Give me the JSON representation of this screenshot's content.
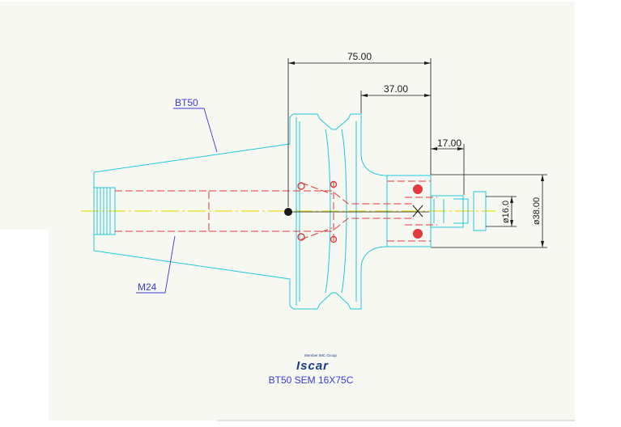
{
  "drawing": {
    "colors": {
      "background": "#f7f8f2",
      "outline": "#22c8dc",
      "hidden": "#e23a3a",
      "dimension": "#1a1a1a",
      "leader": "#3a3ad8",
      "centerline": "#e8e020"
    },
    "dimensions": {
      "overall_length": "75.00",
      "gauge_length": "37.00",
      "clamp_length": "17.00",
      "bore_diameter": "ø16.0",
      "body_diameter": "ø38.00"
    },
    "labels": {
      "taper": "BT50",
      "thread": "M24"
    },
    "logo": {
      "text": "Iscar",
      "tagline": "Member IMC Group"
    },
    "part_code": "BT50 SEM 16X75C"
  }
}
